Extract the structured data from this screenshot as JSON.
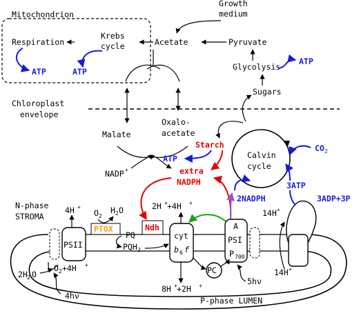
{
  "labels": {
    "growth_medium_1": "Growth",
    "growth_medium_2": "medium",
    "mitochondrion": "Mitochondrion",
    "respiration": "Respiration",
    "krebs_1": "Krebs",
    "krebs_2": "cycle",
    "acetate": "Acetate",
    "pyruvate": "Pyruvate",
    "glycolysis": "Glycolysis",
    "atp_glycolysis": "ATP",
    "atp_resp": "ATP",
    "atp_krebs": "ATP",
    "chloroplast_1": "Chloroplast",
    "chloroplast_2": "envelope",
    "sugars": "Sugars",
    "malate": "Malate",
    "oxalo_1": "Oxalo-",
    "oxalo_2": "acetate",
    "starch": "Starch",
    "atp_starch": "ATP",
    "nadp": "NADP",
    "nadp_sup": "+",
    "extra_1": "extra",
    "extra_2": "NADPH",
    "calvin_1": "Calvin",
    "calvin_2": "cycle",
    "co2": "CO",
    "co2_sub": "2",
    "atp3": "3ATP",
    "adp3": "3ADP+3P",
    "nadph2": "2NADPH",
    "nphase_1": "N-phase",
    "nphase_2": "STROMA",
    "h4": "4H",
    "h_sup": "+",
    "o2": "O",
    "o2_sub": "2",
    "h2o": "H",
    "h2o_sub": "2",
    "h2o_end": "O",
    "ptox": "PTOX",
    "ndh": "Ndh",
    "h2h4": "2H",
    "h2h4_mid": "+4H",
    "h14": "14H",
    "psii": "PSII",
    "pq": "PQ",
    "pqh": "PQH",
    "pqh_sub": "2",
    "cyt": "cyt",
    "b6f_b": "b",
    "b6f_6": "6",
    "b6f_f": "f",
    "a": "A",
    "psi": "PSI",
    "p700": "P",
    "p700_sub": "700",
    "h2o_2": "2H",
    "h2o_2_sub": "2",
    "h2o_2_end": "O",
    "o2h4": "O",
    "o2h4_sub": "2",
    "o2h4_end": "+4H",
    "pc": "PC",
    "h8h2": "8H",
    "h8h2_mid": "+2H",
    "hv4": "4hν",
    "hv5": "5hν",
    "h14_lumen": "14H",
    "pphase": "P-phase LUMEN"
  },
  "colors": {
    "blue": "#1a1adb",
    "red": "#e60000",
    "green": "#1a9e1a",
    "purple": "#a04fd6",
    "orange": "#f39c12"
  }
}
